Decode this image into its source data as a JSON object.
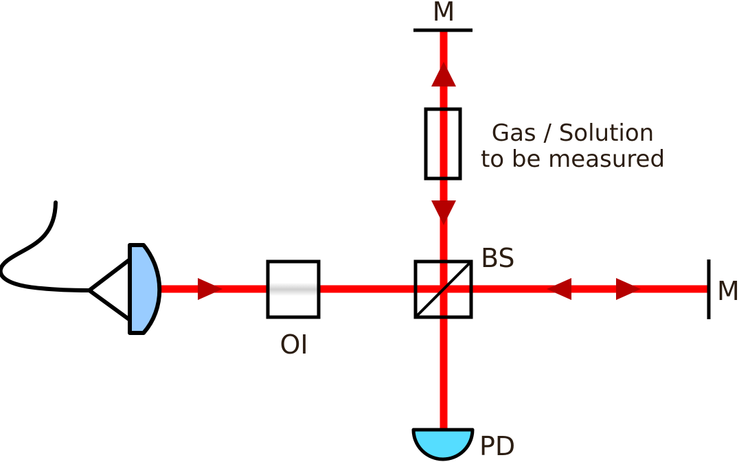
{
  "colors": {
    "beam": "#ff0000",
    "arrow": "#b50000",
    "outline": "#000000",
    "lens_fill": "#99ccff",
    "detector_fill": "#55ddff",
    "isolator_shade": "#cfcfcf",
    "text": "#2b1d12"
  },
  "labels": {
    "mirror_top": "M",
    "mirror_right": "M",
    "sample_line1": "Gas / Solution",
    "sample_line2": "to be measured",
    "beam_splitter": "BS",
    "optical_isolator": "OI",
    "photodetector": "PD"
  }
}
